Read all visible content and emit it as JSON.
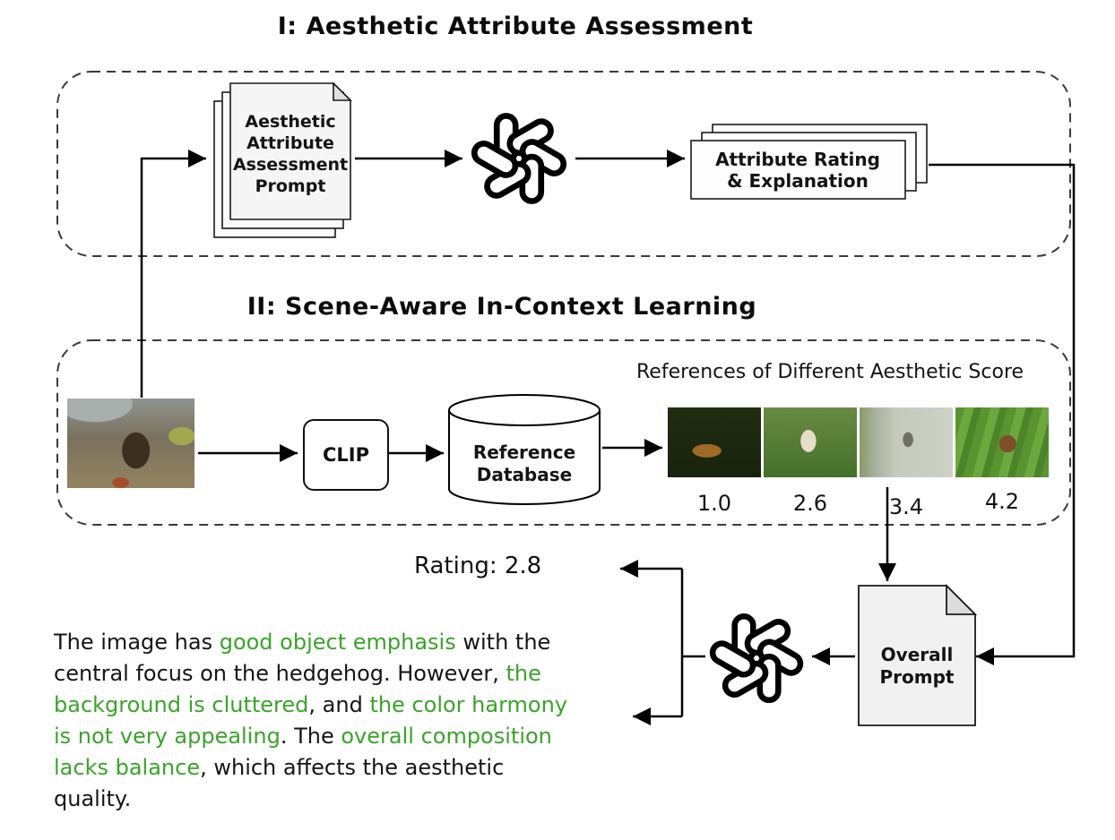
{
  "colors": {
    "highlight_green": "#3aa32a",
    "connector": "#000000"
  },
  "section1": {
    "title": "I: Aesthetic Attribute Assessment",
    "prompt_doc": {
      "lines": [
        "Aesthetic",
        "Attribute",
        "Assessment",
        "Prompt"
      ]
    },
    "output_doc": {
      "lines": [
        "Attribute Rating",
        "& Explanation"
      ]
    }
  },
  "section2": {
    "title": "II: Scene-Aware In-Context Learning",
    "references_label": "References of Different Aesthetic Score",
    "clip_label": "CLIP",
    "database": {
      "lines": [
        "Reference",
        "Database"
      ]
    },
    "references": [
      {
        "score": "1.0"
      },
      {
        "score": "2.6"
      },
      {
        "score": "3.4"
      },
      {
        "score": "4.2"
      }
    ]
  },
  "result": {
    "rating_label": "Rating: 2.8",
    "overall_prompt": {
      "lines": [
        "Overall",
        "Prompt"
      ]
    },
    "explanation_lines": [
      [
        {
          "t": "The image has "
        },
        {
          "t": "good object emphasis",
          "h": true
        },
        {
          "t": " with the"
        }
      ],
      [
        {
          "t": "central focus on the hedgehog. However, "
        },
        {
          "t": "the",
          "h": true
        }
      ],
      [
        {
          "t": "background is cluttered",
          "h": true
        },
        {
          "t": ", and "
        },
        {
          "t": "the color harmony",
          "h": true
        }
      ],
      [
        {
          "t": "is not very appealing",
          "h": true
        },
        {
          "t": ". The "
        },
        {
          "t": "overall composition",
          "h": true
        }
      ],
      [
        {
          "t": "lacks balance",
          "h": true
        },
        {
          "t": ", which affects the aesthetic"
        }
      ],
      [
        {
          "t": "quality."
        }
      ]
    ]
  }
}
